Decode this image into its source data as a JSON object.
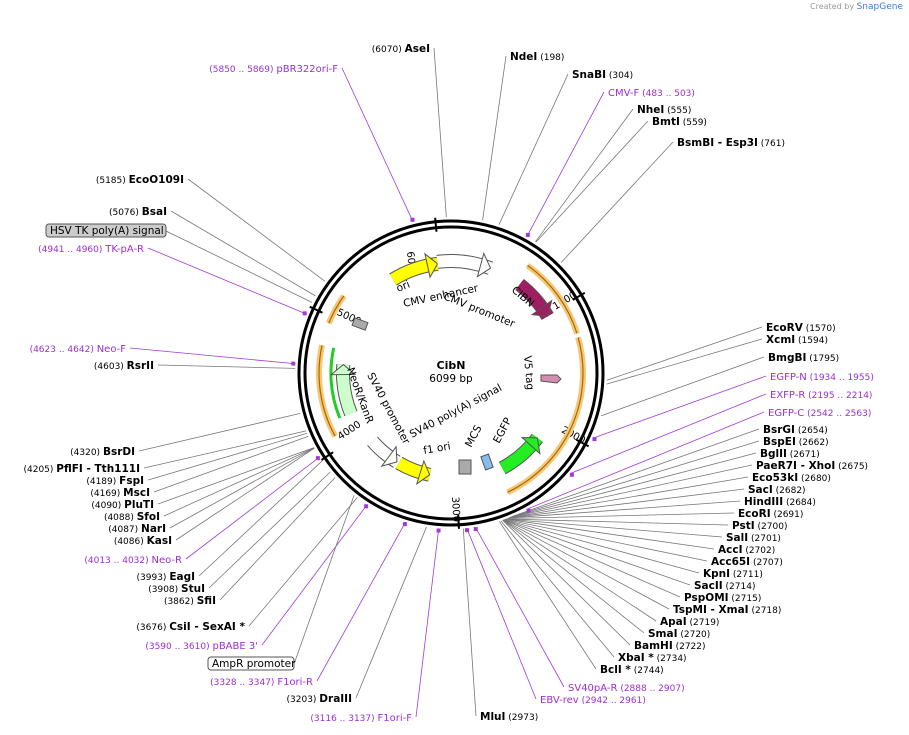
{
  "credit": {
    "prefix": "Created by",
    "brand": "SnapGene"
  },
  "plasmid": {
    "name": "CibN",
    "size_label": "6099 bp"
  },
  "ticks": [
    "1000",
    "2000",
    "3000",
    "4000",
    "5000",
    "6000"
  ],
  "features": [
    {
      "name": "ori",
      "color": "#ffff00"
    },
    {
      "name": "CMV enhancer",
      "color": "#ffffff"
    },
    {
      "name": "CMV promoter",
      "color": "#ffffff"
    },
    {
      "name": "CIBN",
      "color": "#9e1e62"
    },
    {
      "name": "V5 tag",
      "color": "#d48fae"
    },
    {
      "name": "EGFP",
      "color": "#22ee22"
    },
    {
      "name": "MCS",
      "color": "#88bbee"
    },
    {
      "name": "SV40 poly(A) signal",
      "color": "#aaaaaa"
    },
    {
      "name": "f1 ori",
      "color": "#ffff00"
    },
    {
      "name": "SV40 promoter",
      "color": "#ffffff"
    },
    {
      "name": "NeoR/KanR",
      "color": "#ccffcc"
    }
  ],
  "boxed_labels": [
    "HSV TK poly(A) signal",
    "AmpR promoter"
  ],
  "sites": [
    {
      "name": "AseI",
      "pos": "(6070)"
    },
    {
      "name": "NdeI",
      "pos": "(198)"
    },
    {
      "name": "SnaBI",
      "pos": "(304)"
    },
    {
      "name": "NheI",
      "pos": "(555)"
    },
    {
      "name": "BmtI",
      "pos": "(559)"
    },
    {
      "name": "BsmBI - Esp3I",
      "pos": "(761)"
    },
    {
      "name": "EcoO109I",
      "pos": "(5185)"
    },
    {
      "name": "BsaI",
      "pos": "(5076)"
    },
    {
      "name": "RsrII",
      "pos": "(4603)"
    },
    {
      "name": "EcoRV",
      "pos": "(1570)"
    },
    {
      "name": "XcmI",
      "pos": "(1594)"
    },
    {
      "name": "BmgBI",
      "pos": "(1795)"
    },
    {
      "name": "BsrGI",
      "pos": "(2654)"
    },
    {
      "name": "BspEI",
      "pos": "(2662)"
    },
    {
      "name": "BglII",
      "pos": "(2671)"
    },
    {
      "name": "PaeR7I - XhoI",
      "pos": "(2675)"
    },
    {
      "name": "Eco53kI",
      "pos": "(2680)"
    },
    {
      "name": "SacI",
      "pos": "(2682)"
    },
    {
      "name": "HindIII",
      "pos": "(2684)"
    },
    {
      "name": "EcoRI",
      "pos": "(2691)"
    },
    {
      "name": "PstI",
      "pos": "(2700)"
    },
    {
      "name": "SalI",
      "pos": "(2701)"
    },
    {
      "name": "AccI",
      "pos": "(2702)"
    },
    {
      "name": "Acc65I",
      "pos": "(2707)"
    },
    {
      "name": "KpnI",
      "pos": "(2711)"
    },
    {
      "name": "SacII",
      "pos": "(2714)"
    },
    {
      "name": "PspOMI",
      "pos": "(2715)"
    },
    {
      "name": "TspMI - XmaI",
      "pos": "(2718)"
    },
    {
      "name": "ApaI",
      "pos": "(2719)"
    },
    {
      "name": "SmaI",
      "pos": "(2720)"
    },
    {
      "name": "BamHI",
      "pos": "(2722)"
    },
    {
      "name": "XbaI *",
      "pos": "(2734)"
    },
    {
      "name": "BclI *",
      "pos": "(2744)"
    },
    {
      "name": "MluI",
      "pos": "(2973)"
    },
    {
      "name": "DraIII",
      "pos": "(3203)"
    },
    {
      "name": "CsiI - SexAI *",
      "pos": "(3676)"
    },
    {
      "name": "SfiI",
      "pos": "(3862)"
    },
    {
      "name": "StuI",
      "pos": "(3908)"
    },
    {
      "name": "EagI",
      "pos": "(3993)"
    },
    {
      "name": "KasI",
      "pos": "(4086)"
    },
    {
      "name": "NarI",
      "pos": "(4087)"
    },
    {
      "name": "SfoI",
      "pos": "(4088)"
    },
    {
      "name": "PluTI",
      "pos": "(4090)"
    },
    {
      "name": "MscI",
      "pos": "(4169)"
    },
    {
      "name": "FspI",
      "pos": "(4189)"
    },
    {
      "name": "PflFI - Tth111I",
      "pos": "(4205)"
    },
    {
      "name": "BsrDI",
      "pos": "(4320)"
    }
  ],
  "primers": [
    {
      "name": "pBR322ori-F",
      "range": "(5850 .. 5869)"
    },
    {
      "name": "CMV-F",
      "range": "(483 .. 503)"
    },
    {
      "name": "TK-pA-R",
      "range": "(4941 .. 4960)"
    },
    {
      "name": "Neo-F",
      "range": "(4623 .. 4642)"
    },
    {
      "name": "EGFP-N",
      "range": "(1934 .. 1955)"
    },
    {
      "name": "EXFP-R",
      "range": "(2195 .. 2214)"
    },
    {
      "name": "EGFP-C",
      "range": "(2542 .. 2563)"
    },
    {
      "name": "Neo-R",
      "range": "(4013 .. 4032)"
    },
    {
      "name": "pBABE 3'",
      "range": "(3590 .. 3610)"
    },
    {
      "name": "F1ori-R",
      "range": "(3328 .. 3347)"
    },
    {
      "name": "F1ori-F",
      "range": "(3116 .. 3137)"
    },
    {
      "name": "SV40pA-R",
      "range": "(2888 .. 2907)"
    },
    {
      "name": "EBV-rev",
      "range": "(2942 .. 2961)"
    }
  ]
}
